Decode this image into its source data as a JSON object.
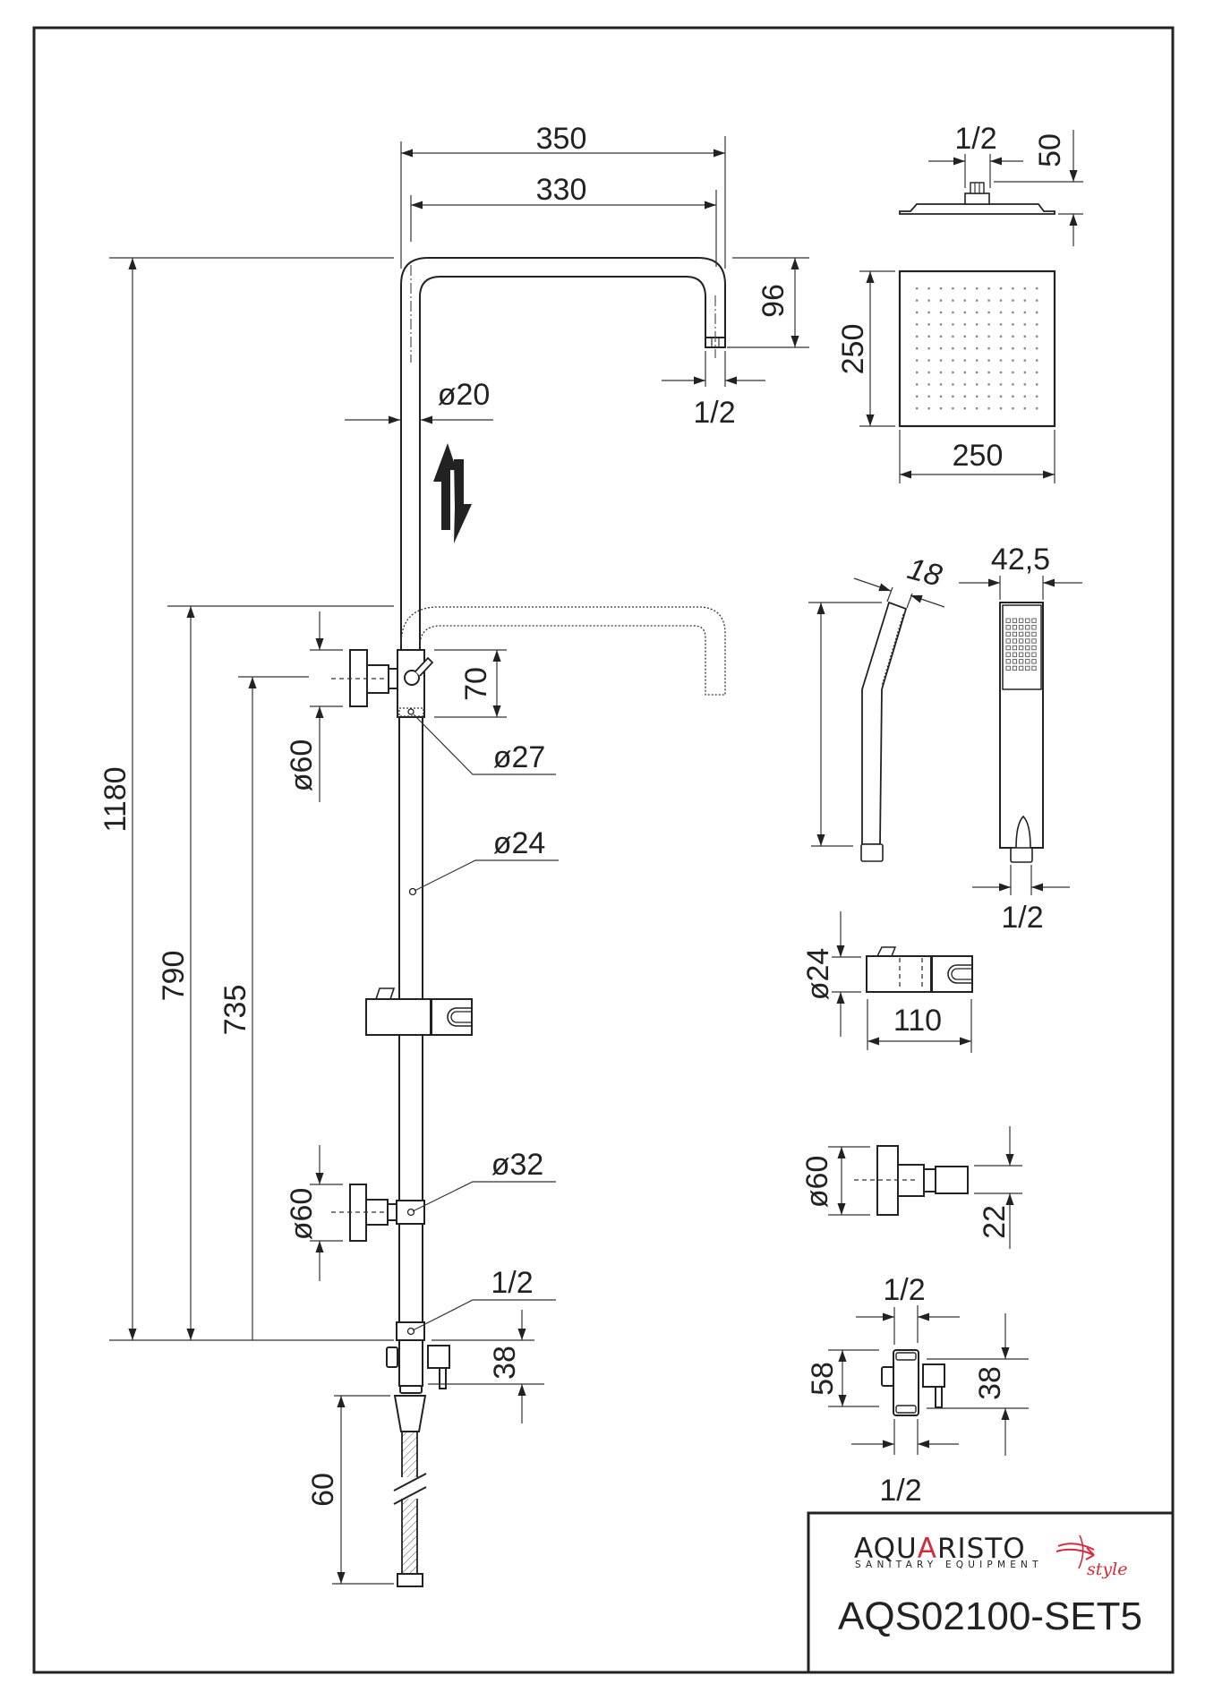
{
  "drawing": {
    "title_block": {
      "brand": "AQUARISTO",
      "brand_highlight_letter": "A",
      "brand_tagline": "SANITARY EQUIPMENT",
      "brand_script": "style",
      "brand_accent_color": "#d42a3c",
      "product_code": "AQS02100-SET5"
    },
    "main_column": {
      "overhead_arm_outer_width": "350",
      "overhead_arm_inner_width": "330",
      "arm_drop_height": "96",
      "arm_outlet_thread": "1/2",
      "pipe_diameter": "ø20",
      "total_height": "1180",
      "diverter_height": "790",
      "upper_bracket_height": "735",
      "diverter_body_height": "70",
      "diverter_diameter": "ø27",
      "upper_wall_flange": "ø60",
      "lower_pipe_diameter": "ø24",
      "lower_wall_flange": "ø60",
      "lower_bracket_ring": "ø32",
      "inlet_thread": "1/2",
      "inlet_valve_height": "38",
      "hose_length": "60",
      "height_adjustable_icon": "up-down-arrows-icon"
    },
    "overhead_shower": {
      "connection_thread": "1/2",
      "head_height": "50",
      "head_depth": "250",
      "head_width": "250",
      "nozzle_grid_rows": 11,
      "nozzle_grid_cols": 11
    },
    "hand_shower": {
      "face_thickness": "18",
      "width": "42,5",
      "connection_thread": "1/2",
      "nozzle_grid_rows": 8,
      "nozzle_grid_cols": 5
    },
    "slider": {
      "bar_diameter": "ø24",
      "length": "110"
    },
    "wall_connector": {
      "flange_diameter": "ø60",
      "outlet_size": "22"
    },
    "diverter_valve": {
      "top_thread": "1/2",
      "body_height": "58",
      "outlet_height": "38",
      "bottom_thread": "1/2"
    }
  }
}
